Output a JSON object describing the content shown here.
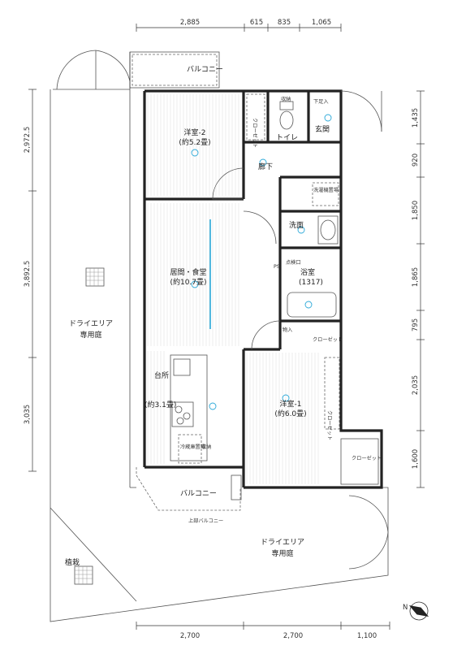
{
  "dims_top": [
    "2,885",
    "615",
    "835",
    "1,065"
  ],
  "dims_bottom": [
    "2,700",
    "2,700",
    "1,100"
  ],
  "dims_left": [
    "2,972.5",
    "3,892.5",
    "3,035"
  ],
  "dims_right": [
    "1,435",
    "920",
    "1,850",
    "1,865",
    "795",
    "2,035",
    "1,600"
  ],
  "rooms": {
    "balcony_top": "バルコニー",
    "western2": "洋室-2",
    "western2_size": "(約5.2畳)",
    "closet_top": "クローゼット",
    "storage": "収納",
    "toilet": "トイレ",
    "shoe_box": "下足入",
    "entrance": "玄関",
    "hallway": "廊下",
    "washer": "洗濯機置場",
    "washroom": "洗面",
    "living": "居間・食堂",
    "living_size": "(約10.7畳)",
    "inspection": "点検口",
    "bath": "浴室",
    "bath_size": "(1317)",
    "pipe": "PS",
    "storage2": "物入",
    "closet_mid": "クローゼット",
    "kitchen": "台所",
    "kitchen_size": "(約3.1畳)",
    "western1": "洋室-1",
    "western1_size": "(約6.0畳)",
    "fridge": "冷蔵庫置場",
    "closet_low": "クローゼット",
    "balcony_bottom": "バルコニー",
    "upper_balcony": "上部バルコニー",
    "dry_area_left": "ドライエリア",
    "garden_left": "専用庭",
    "dry_area_right": "ドライエリア",
    "garden_right": "専用庭",
    "planting": "植栽",
    "storage_small": "収納",
    "closet_vertical": "クローゼット"
  },
  "compass": "N"
}
